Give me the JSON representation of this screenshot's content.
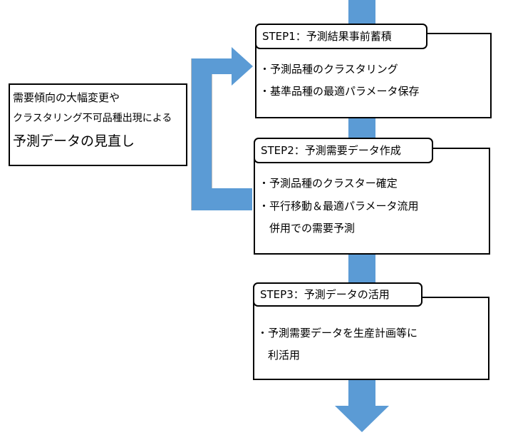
{
  "colors": {
    "arrow": "#5b9bd5",
    "border": "#000000",
    "background": "#ffffff"
  },
  "steps": [
    {
      "title": "STEP1：予測結果事前蓄積",
      "items": [
        "・予測品種のクラスタリング",
        "・基準品種の最適パラメータ保存"
      ]
    },
    {
      "title": "STEP2：予測需要データ作成",
      "items": [
        "・予測品種のクラスター確定",
        "・平行移動＆最適パラメータ流用",
        "　併用での需要予測"
      ]
    },
    {
      "title": "STEP3：予測データの活用",
      "items": [
        "・予測需要データを生産計画等に",
        "　利活用"
      ]
    }
  ],
  "feedback": {
    "lines": [
      "需要傾向の大幅変更や",
      "クラスタリング不可品種出現による",
      "予測データの見直し"
    ]
  }
}
